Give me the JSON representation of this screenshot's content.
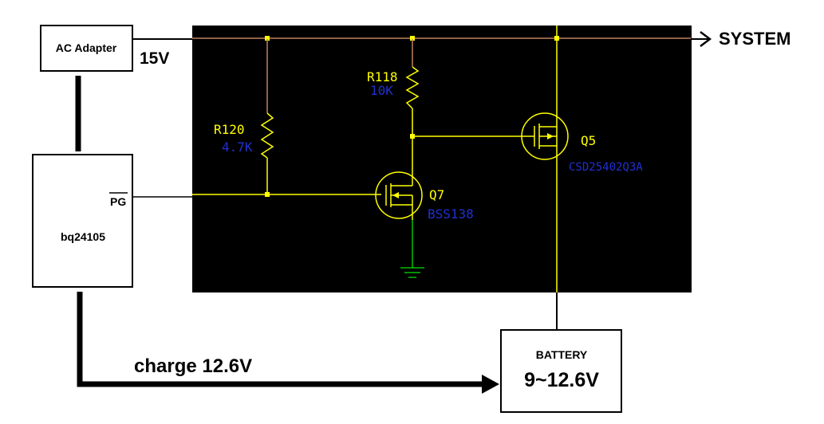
{
  "blocks": {
    "ac_adapter": {
      "label": "AC Adapter"
    },
    "charger": {
      "label": "bq24105",
      "pin_label": "PG"
    },
    "battery": {
      "label": "BATTERY",
      "voltage": "9~12.6V"
    }
  },
  "labels": {
    "input_voltage": "15V",
    "system": "SYSTEM",
    "charge": "charge 12.6V"
  },
  "components": {
    "r120": {
      "ref": "R120",
      "value": "4.7K"
    },
    "r118": {
      "ref": "R118",
      "value": "10K"
    },
    "q7": {
      "ref": "Q7",
      "part": "BSS138"
    },
    "q5": {
      "ref": "Q5",
      "part": "CSD25402Q3A"
    }
  },
  "colors": {
    "schematic_bg": "#000000",
    "wire": "#ffff00",
    "rail": "#c08060",
    "ref_text": "#ffff00",
    "value_text": "#2030d0",
    "ground": "#00c000",
    "block_border": "#000000"
  }
}
